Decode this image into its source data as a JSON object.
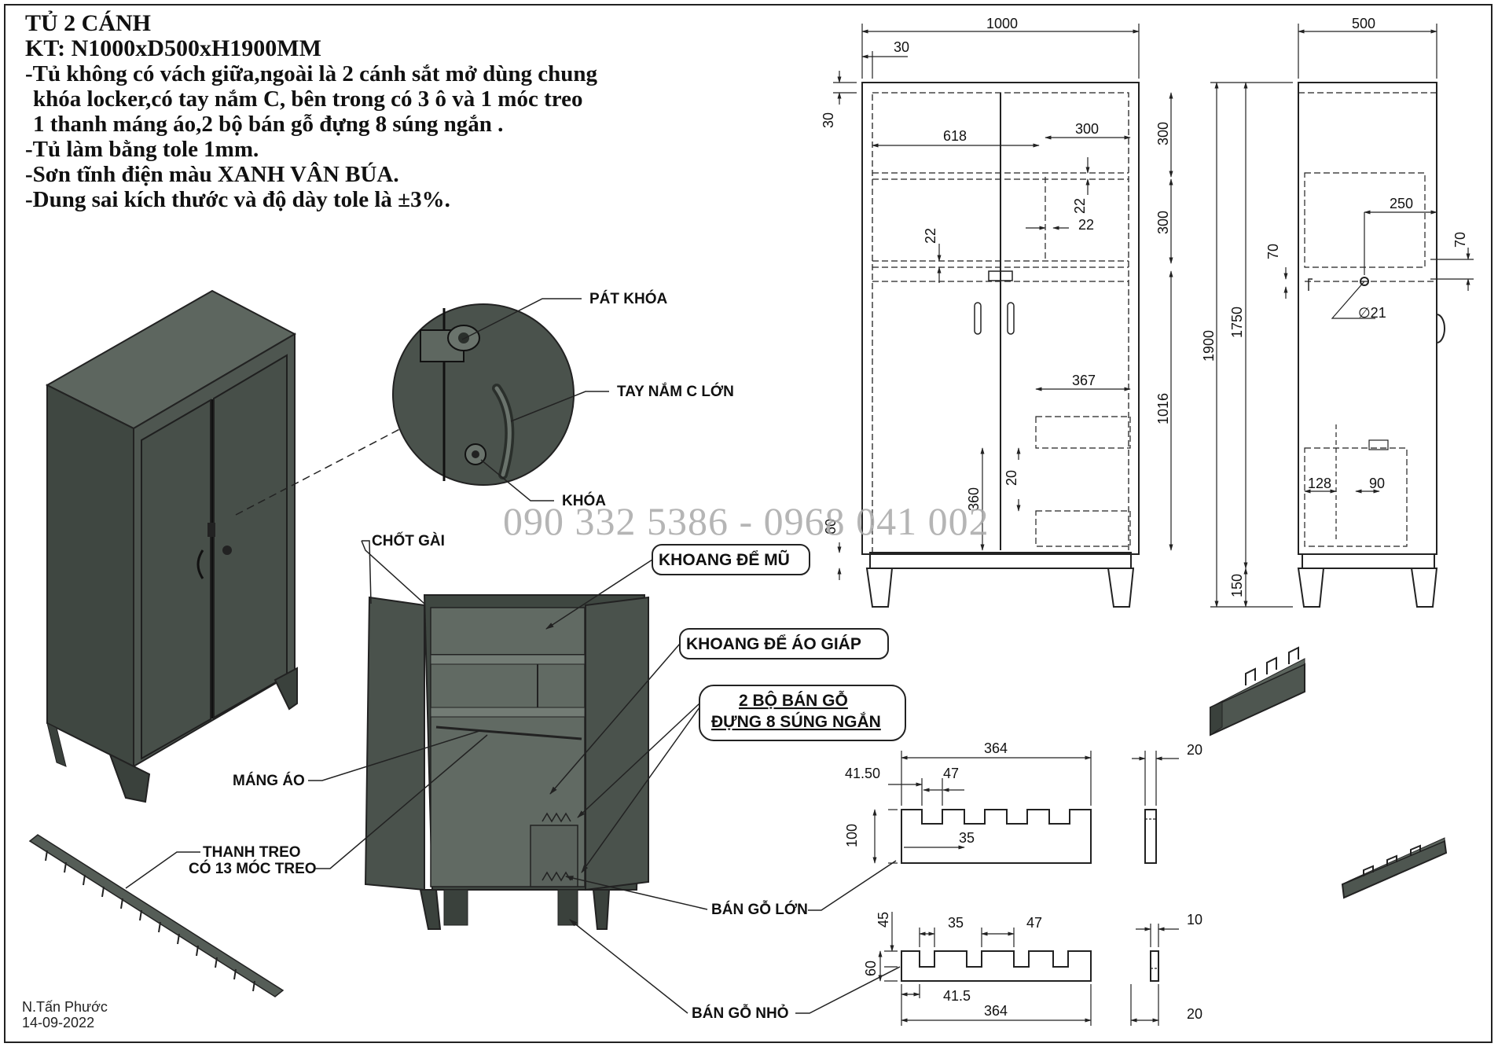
{
  "title": {
    "line1": "TỦ 2 CÁNH",
    "line2": "KT: N1000xD500xH1900MM",
    "notes": [
      "-Tủ không có vách giữa,ngoài là 2 cánh sắt mở dùng chung",
      " khóa locker,có tay nắm C, bên trong có 3 ô và 1 móc treo",
      " 1 thanh máng áo,2 bộ bán gỗ đựng 8 súng ngắn .",
      "-Tủ làm bằng tole 1mm.",
      "-Sơn tĩnh điện màu XANH VÂN BÚA.",
      "-Dung sai kích thước và độ dày tole là ±3%."
    ]
  },
  "watermark": "090 332 5386 - 0968 041 002",
  "author": {
    "name": "N.Tấn Phước",
    "date": "14-09-2022"
  },
  "callouts": {
    "pat_khoa": "PÁT KHÓA",
    "tay_nam": "TAY NẮM C LỚN",
    "khoa": "KHÓA",
    "chot_gai": "CHỐT GÀI",
    "khoang_mu": "KHOANG ĐỂ MŨ",
    "khoang_ao": "KHOANG ĐỂ ÁO GIÁP",
    "ban_go_1": "2 BỘ BÁN GỖ",
    "ban_go_2": "ĐỰNG 8 SÚNG NGẮN",
    "mang_ao": "MÁNG ÁO",
    "thanh_treo_1": "THANH TREO",
    "thanh_treo_2": "CÓ 13 MÓC TREO",
    "ban_go_lon": "BÁN GỖ LỚN",
    "ban_go_nho": "BÁN GỖ NHỎ"
  },
  "dims": {
    "front_width": "1000",
    "side_depth": "500",
    "d30a": "30",
    "d30b": "30",
    "d618": "618",
    "d300a": "300",
    "d300b": "300",
    "d300c": "300",
    "d22a": "22",
    "d22b": "22",
    "d22c": "22",
    "d1016": "1016",
    "d1900": "1900",
    "d1750": "1750",
    "d150": "150",
    "d367": "367",
    "d20": "20",
    "d360": "360",
    "d60": "60",
    "d250": "250",
    "d70a": "70",
    "d70b": "70",
    "phi21": "∅21",
    "d128": "128",
    "d90": "90",
    "big_364": "364",
    "big_4150": "41.50",
    "big_47": "47",
    "big_35": "35",
    "big_100": "100",
    "big_20": "20",
    "small_35": "35",
    "small_47": "47",
    "small_45": "45",
    "small_60": "60",
    "small_415": "41.5",
    "small_364": "364",
    "small_10": "10",
    "small_20": "20"
  },
  "colors": {
    "cabinet": "#4e5650",
    "cabinet_dark": "#3a413c",
    "line": "#222222",
    "watermark": "#a9a9a9"
  }
}
